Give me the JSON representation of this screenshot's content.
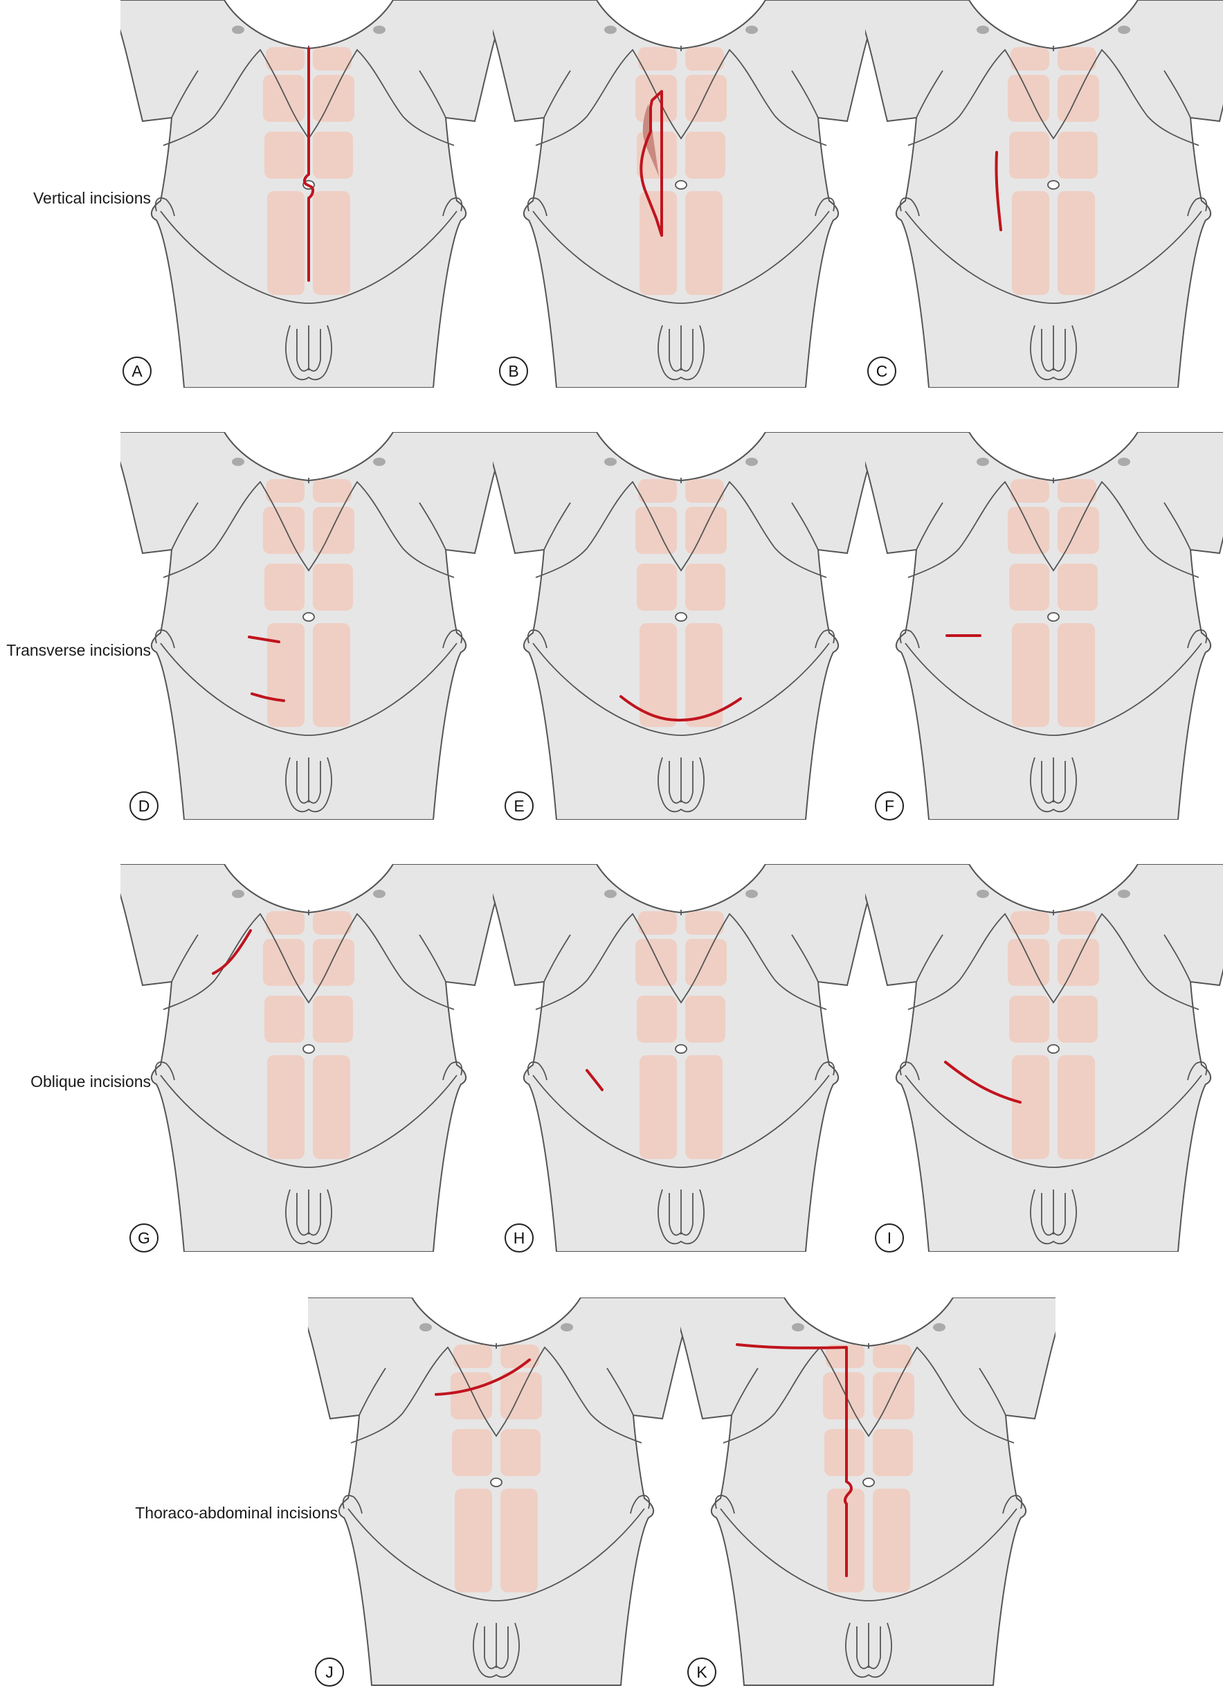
{
  "row_labels": [
    "Vertical incisions",
    "Transverse incisions",
    "Oblique incisions",
    "Thoraco-abdominal incisions"
  ],
  "panels": [
    {
      "id": "A",
      "letter": "A",
      "group": "Vertical incisions"
    },
    {
      "id": "B",
      "letter": "B",
      "group": "Vertical incisions"
    },
    {
      "id": "C",
      "letter": "C",
      "group": "Vertical incisions"
    },
    {
      "id": "D",
      "letter": "D",
      "group": "Transverse incisions"
    },
    {
      "id": "E",
      "letter": "E",
      "group": "Transverse incisions"
    },
    {
      "id": "F",
      "letter": "F",
      "group": "Transverse incisions"
    },
    {
      "id": "G",
      "letter": "G",
      "group": "Oblique incisions"
    },
    {
      "id": "H",
      "letter": "H",
      "group": "Oblique incisions"
    },
    {
      "id": "I",
      "letter": "I",
      "group": "Oblique incisions"
    },
    {
      "id": "J",
      "letter": "J",
      "group": "Thoraco-abdominal incisions"
    },
    {
      "id": "K",
      "letter": "K",
      "group": "Thoraco-abdominal incisions"
    }
  ],
  "colors": {
    "skin": "#e6e6e6",
    "outline": "#555555",
    "muscle": "#efcfc4",
    "nipple": "#aaaaaa",
    "incision": "#c0141e",
    "flap": "#c98a80",
    "label_text": "#1a1a1a"
  }
}
